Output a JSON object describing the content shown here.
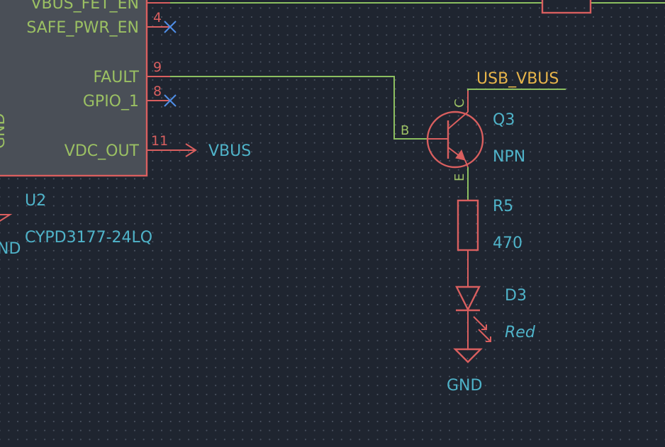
{
  "ic": {
    "pins": [
      {
        "name": "VBUS_FET_EN",
        "num": ""
      },
      {
        "name": "SAFE_PWR_EN",
        "num": "4"
      },
      {
        "name": "FAULT",
        "num": "9"
      },
      {
        "name": "GPIO_1",
        "num": "8"
      },
      {
        "name": "VDC_OUT",
        "num": "11"
      }
    ],
    "side_label": "GND",
    "ref": "U2",
    "value": "CYPD3177-24LQ"
  },
  "left_gnd_label": "ND",
  "global_labels": {
    "vbus": "VBUS"
  },
  "net_labels": {
    "usb_vbus": "USB_VBUS"
  },
  "transistor": {
    "ref": "Q3",
    "value": "NPN",
    "pin_b": "B",
    "pin_c": "C",
    "pin_e": "E"
  },
  "resistor": {
    "ref": "R5",
    "value": "470"
  },
  "led": {
    "ref": "D3",
    "value": "Red"
  },
  "gnd_symbol": {
    "label": "GND"
  },
  "colors": {
    "background": "#1f2530",
    "wire": "#8cbf60",
    "symbol": "#d95f5f",
    "reference": "#4fb3c9",
    "net_label": "#e8b54a",
    "no_connect": "#4f8ee6",
    "ic_fill": "#4a4f57"
  }
}
